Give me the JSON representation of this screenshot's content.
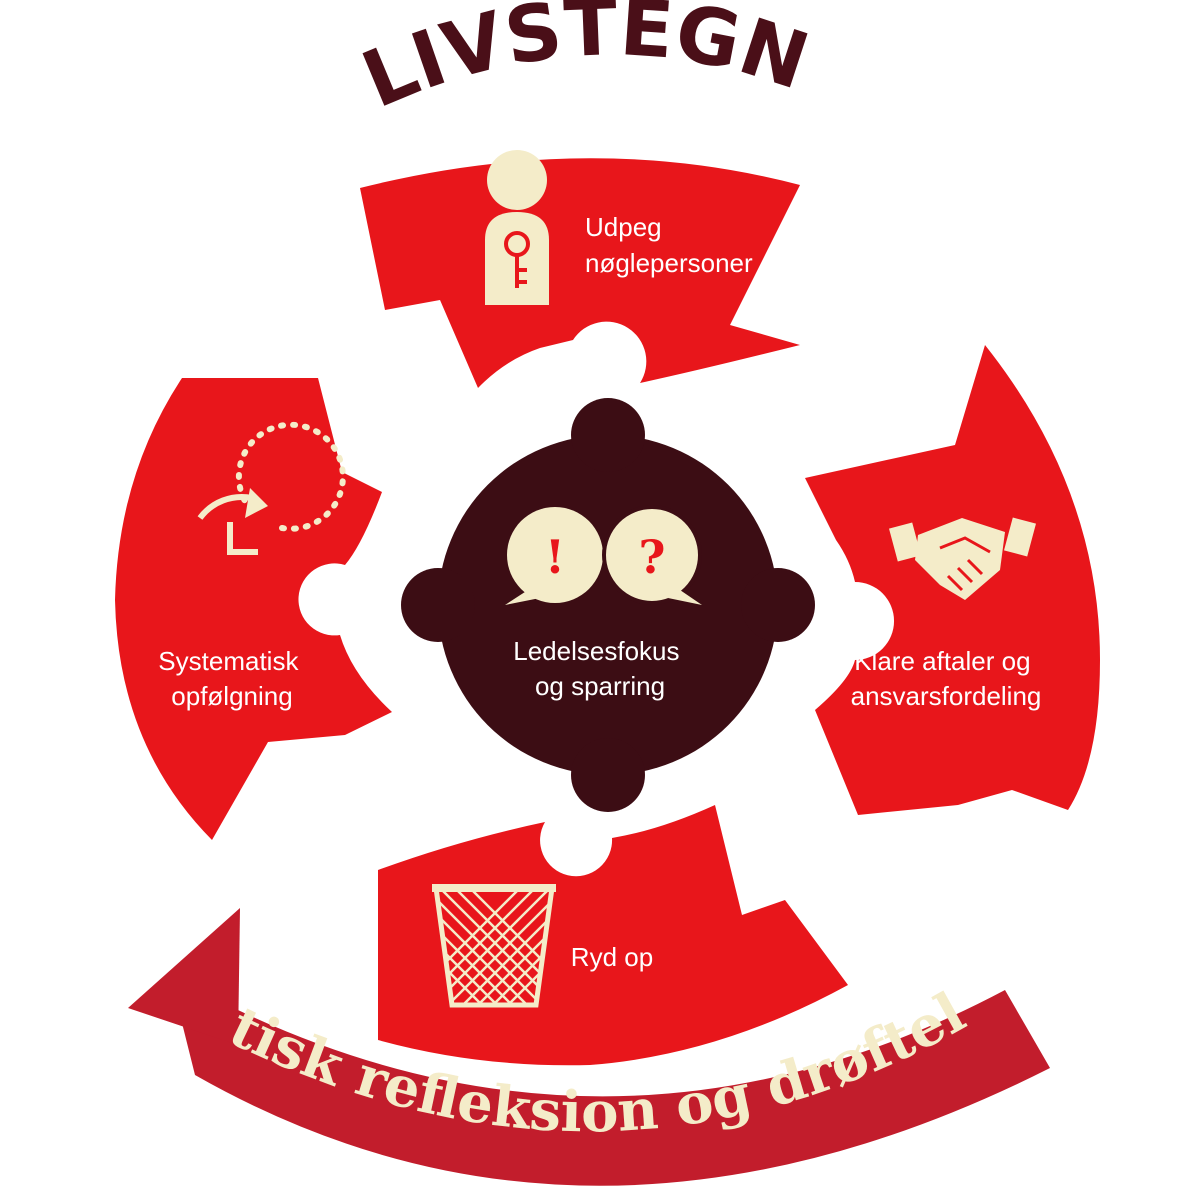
{
  "title": "LIVSTEGN",
  "center": {
    "line1": "Ledelsesfokus",
    "line2": "og sparring",
    "bubble_left": "!",
    "bubble_right": "?",
    "icon": "speech-bubbles-icon"
  },
  "segments": {
    "top": {
      "line1": "Udpeg",
      "line2": "nøglepersoner",
      "icon": "person-key-icon"
    },
    "right": {
      "line1": "Klare aftaler og",
      "line2": "ansvarsfordeling",
      "icon": "handshake-icon"
    },
    "bottom": {
      "line1": "Ryd op",
      "icon": "wastebasket-icon"
    },
    "left": {
      "line1": "Systematisk",
      "line2": "opfølgning",
      "icon": "clock-cycle-icon"
    }
  },
  "arrow_text": "Etisk refleksion og drøftelse",
  "colors": {
    "segment_red": "#e8161b",
    "center_dark": "#3c0d14",
    "arrow_red": "#c21d2c",
    "cream": "#f4ecc9",
    "title_dark": "#4a0f18"
  }
}
